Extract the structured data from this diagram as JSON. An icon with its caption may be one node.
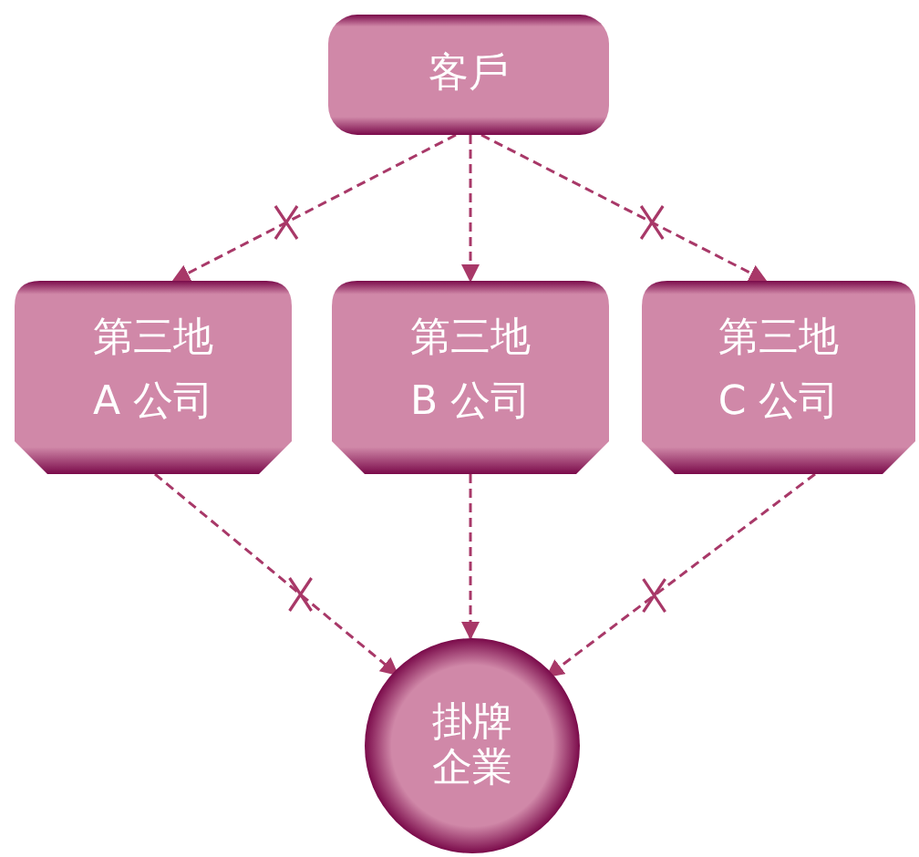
{
  "diagram": {
    "nodes": [
      {
        "text": [
          "客戶"
        ]
      },
      {
        "text": [
          "第三地",
          "A 公司"
        ]
      },
      {
        "text": [
          "第三地",
          "B 公司"
        ]
      },
      {
        "text": [
          "第三地",
          "C 公司"
        ]
      },
      {
        "text": [
          "掛牌企業"
        ]
      }
    ],
    "edges": [
      {
        "from": 0,
        "to": 1,
        "arrow": "to",
        "style": "dashed"
      },
      {
        "from": 0,
        "to": 2,
        "arrow": "to",
        "style": "dashed"
      },
      {
        "from": 0,
        "to": 3,
        "arrow": "to",
        "style": "dashed"
      },
      {
        "from": 1,
        "to": 4,
        "arrow": "to",
        "style": "dashed"
      },
      {
        "from": 2,
        "to": 4,
        "arrow": "to",
        "style": "dashed"
      },
      {
        "from": 3,
        "to": 4,
        "arrow": "to",
        "style": "dashed"
      }
    ]
  }
}
